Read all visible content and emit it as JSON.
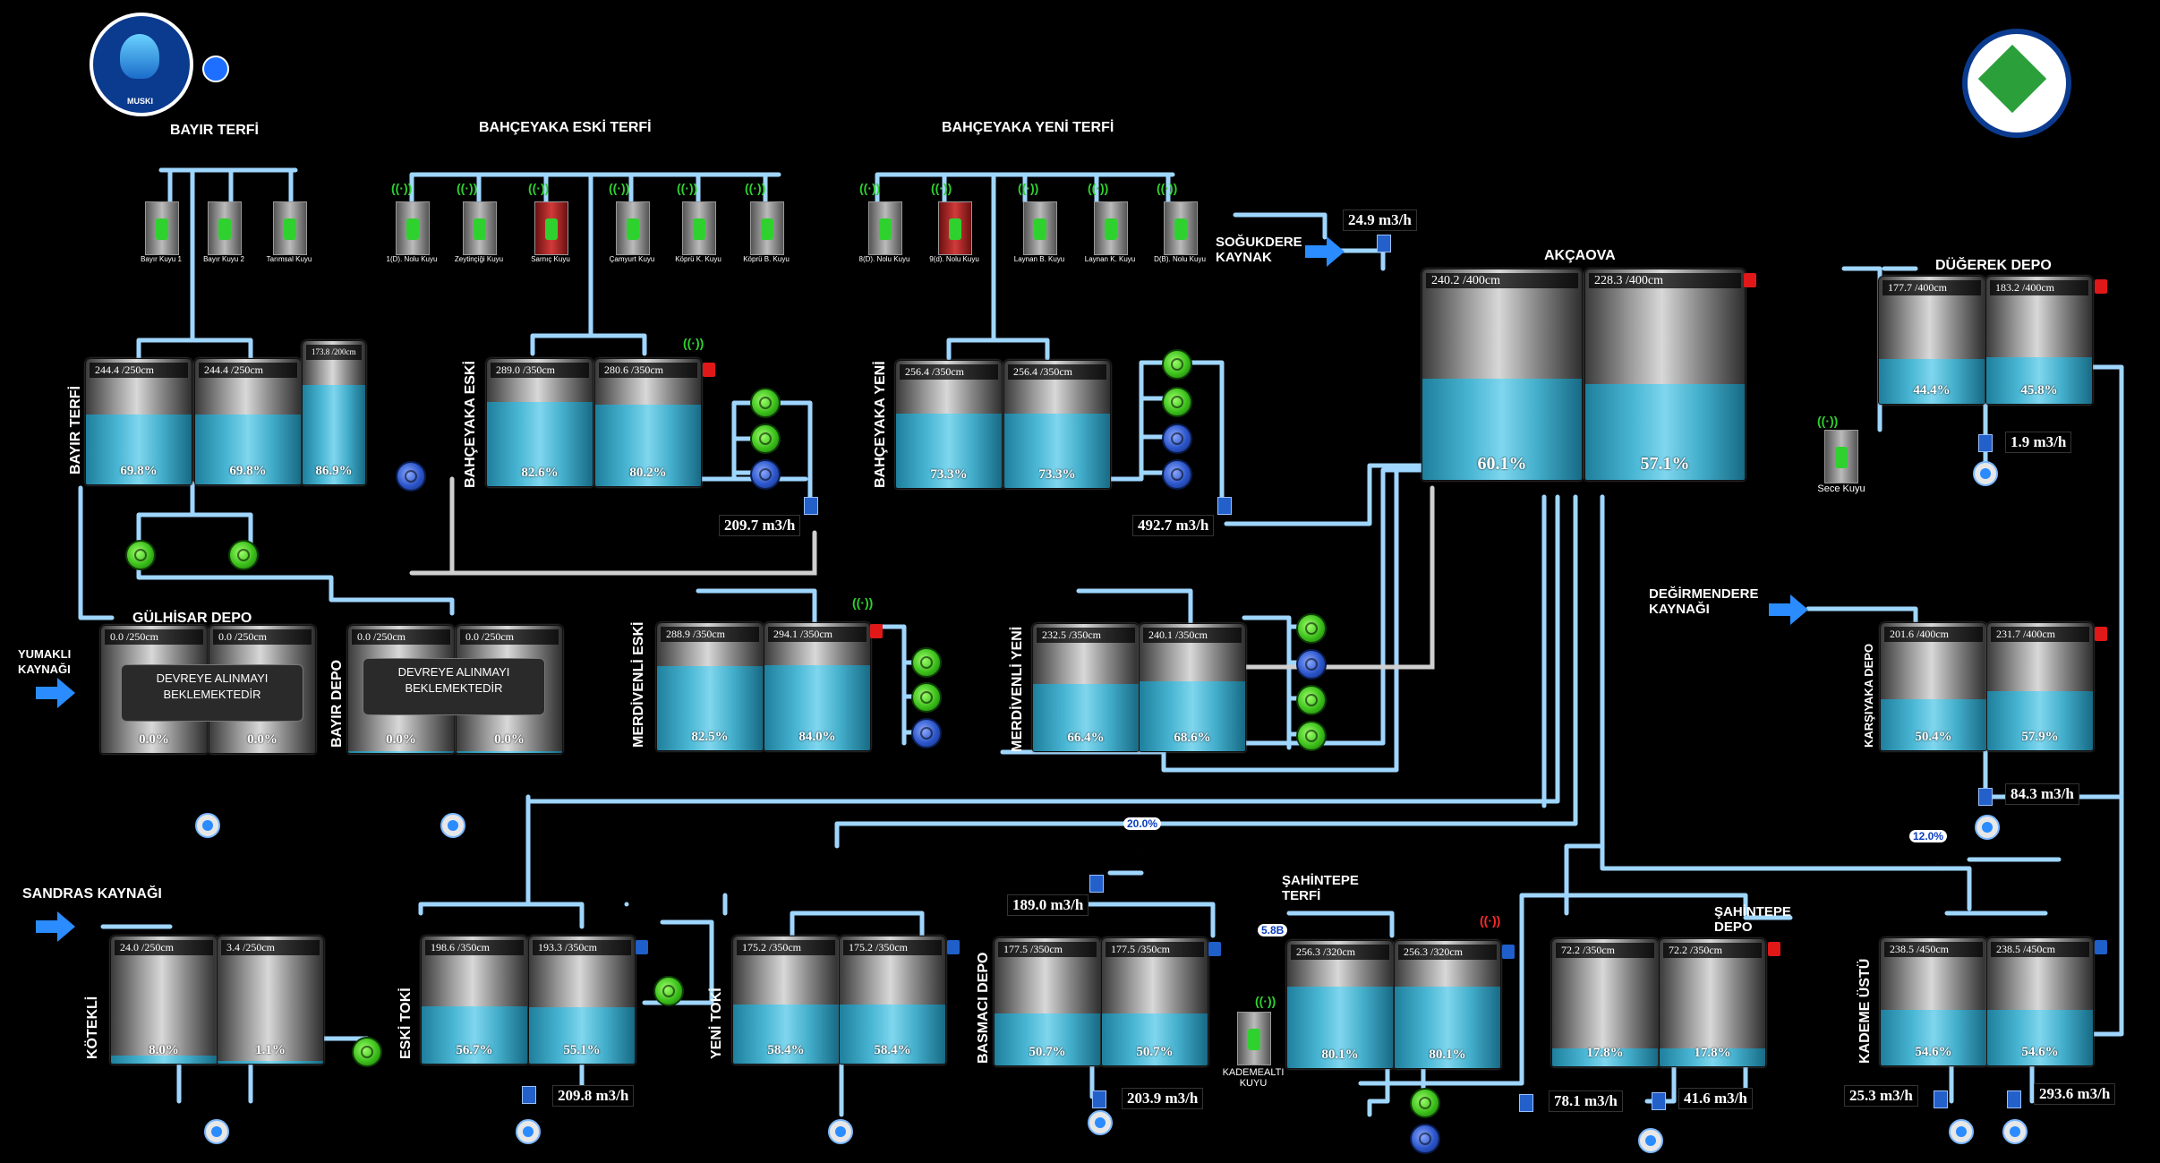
{
  "colors": {
    "pipe": "#9fd6ff",
    "pipe_gray": "#cfcfcf",
    "water": "#4bb8d6",
    "pump_on": "#3bbf1a",
    "pump_off": "#2b55c9",
    "alarm": "#e01818"
  },
  "logos": {
    "left_text": "MUSKI"
  },
  "sections": {
    "bayir_terfi": "BAYIR TERFİ",
    "bahceyaka_eski_terfi": "BAHÇEYAKA ESKİ TERFİ",
    "bahceyaka_yeni_terfi": "BAHÇEYAKA YENİ TERFİ",
    "sogukdere": "SOĞUKDERE\nKAYNAK",
    "akcaova": "AKÇAOVA",
    "dugerek": "DÜĞEREK DEPO",
    "degirmendere": "DEĞİRMENDERE\nKAYNAĞI",
    "gulhisar": "GÜLHİSAR DEPO",
    "yumakli": "YUMAKLI\nKAYNAĞI",
    "sandras": "SANDRAS KAYNAĞI",
    "sahintepe_terfi": "ŞAHİNTEPE\nTERFİ",
    "sahintepe_depo": "ŞAHİNTEPE\nDEPO"
  },
  "vtitles": {
    "bayir_terfi": "BAYIR TERFİ",
    "bahceyaka_eski": "BAHÇEYAKA ESKİ",
    "bahceyaka_yeni": "BAHÇEYAKA YENİ",
    "bayir_depo": "BAYIR DEPO",
    "merdivenli_eski": "MERDİVENLİ ESKİ",
    "merdivenli_yeni": "MERDİVENLİ YENİ",
    "karsiyaka": "KARŞIYAKA DEPO",
    "koteli": "KÖTEKLİ",
    "eski_toki": "ESKİ TOKİ",
    "yeni_toki": "YENİ TOKİ",
    "basmaci": "BASMACI DEPO",
    "kademe_ustu": "KADEME ÜSTÜ"
  },
  "wells": {
    "bayir": [
      "Bayır Kuyu 1",
      "Bayır Kuyu 2",
      "Tarımsal Kuyu"
    ],
    "bahceyaka_eski": [
      "1(D). Nolu Kuyu",
      "Zeytinçiği Kuyu",
      "Sarnıç Kuyu",
      "Çamyurt Kuyu",
      "Köprü K. Kuyu",
      "Köprü B. Kuyu"
    ],
    "bahceyaka_yeni": [
      "8(D). Nolu Kuyu",
      "9(d). Nolu Kuyu",
      "Laynan B. Kuyu",
      "Laynan K. Kuyu",
      "D(B). Nolu Kuyu"
    ],
    "sece": "Sece Kuyu",
    "kademealti": "KADEMEALTI\nKUYU"
  },
  "tanks": {
    "bayir1": {
      "level": "244.4 /250cm",
      "pct": "69.8%",
      "fill": 0.698
    },
    "bayir2": {
      "level": "244.4 /250cm",
      "pct": "69.8%",
      "fill": 0.698
    },
    "bayir3": {
      "level": "173.8 /200cm",
      "pct": "86.9%",
      "fill": 0.869
    },
    "bey1": {
      "level": "289.0 /350cm",
      "pct": "82.6%",
      "fill": 0.826
    },
    "bey2": {
      "level": "280.6 /350cm",
      "pct": "80.2%",
      "fill": 0.802
    },
    "byy1": {
      "level": "256.4 /350cm",
      "pct": "73.3%",
      "fill": 0.733
    },
    "byy2": {
      "level": "256.4 /350cm",
      "pct": "73.3%",
      "fill": 0.733
    },
    "akc1": {
      "level": "240.2 /400cm",
      "pct": "60.1%",
      "fill": 0.601
    },
    "akc2": {
      "level": "228.3 /400cm",
      "pct": "57.1%",
      "fill": 0.571
    },
    "dug1": {
      "level": "177.7 /400cm",
      "pct": "44.4%",
      "fill": 0.444
    },
    "dug2": {
      "level": "183.2 /400cm",
      "pct": "45.8%",
      "fill": 0.458
    },
    "gul1": {
      "level": "0.0 /250cm",
      "pct": "0.0%",
      "fill": 0.0
    },
    "gul2": {
      "level": "0.0 /250cm",
      "pct": "0.0%",
      "fill": 0.0
    },
    "bd1": {
      "level": "0.0 /250cm",
      "pct": "0.0%",
      "fill": 0.02
    },
    "bd2": {
      "level": "0.0 /250cm",
      "pct": "0.0%",
      "fill": 0.02
    },
    "me1": {
      "level": "288.9 /350cm",
      "pct": "82.5%",
      "fill": 0.825
    },
    "me2": {
      "level": "294.1 /350cm",
      "pct": "84.0%",
      "fill": 0.84
    },
    "my1": {
      "level": "232.5 /350cm",
      "pct": "66.4%",
      "fill": 0.664
    },
    "my2": {
      "level": "240.1 /350cm",
      "pct": "68.6%",
      "fill": 0.686
    },
    "kar1": {
      "level": "201.6 /400cm",
      "pct": "50.4%",
      "fill": 0.504
    },
    "kar2": {
      "level": "231.7 /400cm",
      "pct": "57.9%",
      "fill": 0.579
    },
    "kot1": {
      "level": "24.0 /250cm",
      "pct": "8.0%",
      "fill": 0.08
    },
    "kot2": {
      "level": "3.4 /250cm",
      "pct": "1.1%",
      "fill": 0.03
    },
    "et1": {
      "level": "198.6 /350cm",
      "pct": "56.7%",
      "fill": 0.567
    },
    "et2": {
      "level": "193.3 /350cm",
      "pct": "55.1%",
      "fill": 0.551
    },
    "yt1": {
      "level": "175.2 /350cm",
      "pct": "58.4%",
      "fill": 0.584
    },
    "yt2": {
      "level": "175.2 /350cm",
      "pct": "58.4%",
      "fill": 0.584
    },
    "bas1": {
      "level": "177.5 /350cm",
      "pct": "50.7%",
      "fill": 0.507
    },
    "bas2": {
      "level": "177.5 /350cm",
      "pct": "50.7%",
      "fill": 0.507
    },
    "st1": {
      "level": "256.3 /320cm",
      "pct": "80.1%",
      "fill": 0.801
    },
    "st2": {
      "level": "256.3 /320cm",
      "pct": "80.1%",
      "fill": 0.801
    },
    "sd1": {
      "level": "72.2 /350cm",
      "pct": "17.8%",
      "fill": 0.178
    },
    "sd2": {
      "level": "72.2 /350cm",
      "pct": "17.8%",
      "fill": 0.178
    },
    "ku1": {
      "level": "238.5 /450cm",
      "pct": "54.6%",
      "fill": 0.546
    },
    "ku2": {
      "level": "238.5 /450cm",
      "pct": "54.6%",
      "fill": 0.546
    }
  },
  "messages": {
    "gul": "DEVREYE ALINMAYI\nBEKLEMEKTEDİR",
    "bd": "DEVREYE ALINMAYI\nBEKLEMEKTEDİR"
  },
  "flows": {
    "sogukdere": "24.9 m3/h",
    "bahceyaka_eski": "209.7 m3/h",
    "bahceyaka_yeni": "492.7 m3/h",
    "dugerek": "1.9 m3/h",
    "karsiyaka": "84.3 m3/h",
    "basmaci_in": "189.0 m3/h",
    "eski_toki": "209.8 m3/h",
    "basmaci_out": "203.9 m3/h",
    "sahintepe_a": "78.1 m3/h",
    "sahintepe_b": "41.6 m3/h",
    "kademe_a": "25.3 m3/h",
    "kademe_b": "293.6 m3/h"
  },
  "valve_pct": {
    "basmaci": "20.0%",
    "kademe": "12.0%",
    "sahintepe_p": "5.8B"
  }
}
